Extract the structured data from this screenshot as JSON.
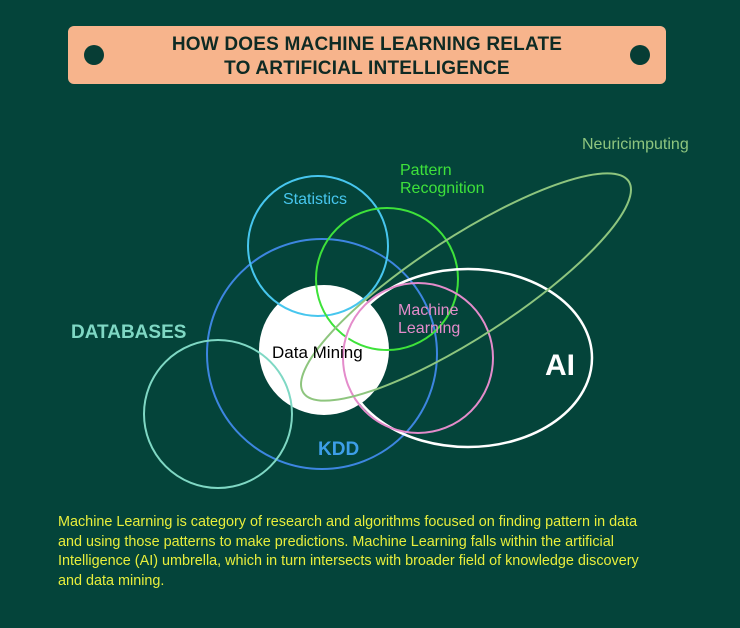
{
  "title": {
    "line1": "HOW DOES MACHINE LEARNING RELATE",
    "line2": "TO ARTIFICIAL INTELLIGENCE"
  },
  "labels": {
    "neuricomputing": "Neuricimputing",
    "pattern_recognition_1": "Pattern",
    "pattern_recognition_2": "Recognition",
    "statistics": "Statistics",
    "databases": "DATABASES",
    "machine_learning_1": "Machine",
    "machine_learning_2": "Learning",
    "data_mining": "Data Mining",
    "ai": "AI",
    "kdd": "KDD"
  },
  "description": [
    "Machine Learning is category of research and algorithms focused on finding pattern in data",
    "and using those patterns to make predictions. Machine Learning falls within the artificial",
    "Intelligence (AI) umbrella, which in turn intersects with broader field of knowledge discovery",
    "and data mining."
  ],
  "colors": {
    "background": "#04443a",
    "title_box": "#f7b48c",
    "statistics": "#47c6ee",
    "pattern_recognition": "#3ee23a",
    "neuricomputing": "#8ec57e",
    "databases": "#7fd8c4",
    "kdd": "#3d86e0",
    "machine_learning": "#e48ccb",
    "ai": "#ffffff",
    "description_text": "#e8ee3c"
  }
}
